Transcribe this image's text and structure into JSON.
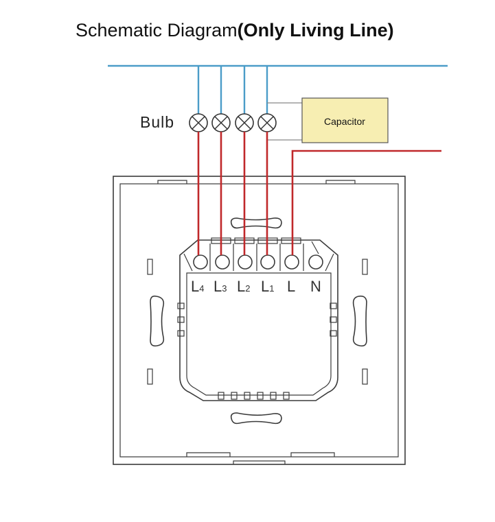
{
  "title": {
    "normal": "Schematic Diagram",
    "bold": "(Only Living Line)"
  },
  "bulb_label": "Bulb",
  "capacitor_label": "Capacitor",
  "terminals": [
    {
      "main": "L",
      "sub": "4"
    },
    {
      "main": "L",
      "sub": "3"
    },
    {
      "main": "L",
      "sub": "2"
    },
    {
      "main": "L",
      "sub": "1"
    },
    {
      "main": "L",
      "sub": ""
    },
    {
      "main": "N",
      "sub": ""
    }
  ],
  "colors": {
    "live_wire": "#c0282a",
    "neutral_wire": "#4a9cc8",
    "capacitor_fill": "#f7eeb2",
    "outline": "#3a3a3a"
  }
}
